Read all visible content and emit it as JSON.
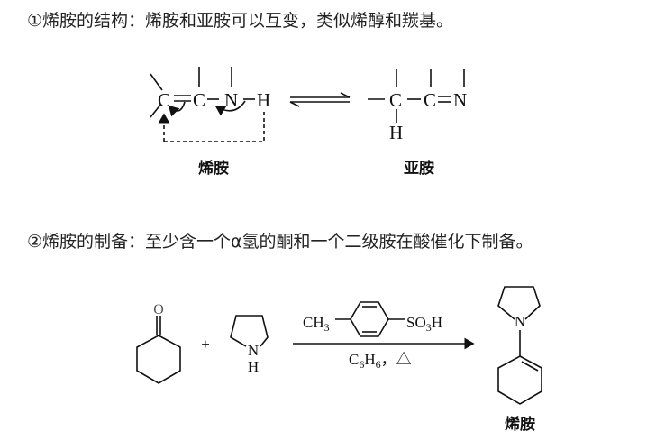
{
  "section1": {
    "heading": "①烯胺的结构：烯胺和亚胺可以互变，类似烯醇和羰基。",
    "enamine": {
      "atoms": [
        "C",
        "C",
        "N",
        "H"
      ],
      "label": "烯胺"
    },
    "imine": {
      "atoms": [
        "C",
        "C",
        "N",
        "H"
      ],
      "label": "亚胺"
    }
  },
  "section2": {
    "heading": "②烯胺的制备：至少含一个α氢的酮和一个二级胺在酸催化下制备。",
    "ketone_atom": "O",
    "plus": "+",
    "amine_atoms": [
      "N",
      "H"
    ],
    "catalyst": {
      "left": "CH",
      "left_sub": "3",
      "right": "SO",
      "right_sub": "3",
      "right_end": "H"
    },
    "conditions": {
      "solvent": "C",
      "solvent_sub1": "6",
      "solvent_mid": "H",
      "solvent_sub2": "6",
      "separator": "，",
      "heat": "△"
    },
    "product_atom": "N",
    "product_label": "烯胺"
  }
}
